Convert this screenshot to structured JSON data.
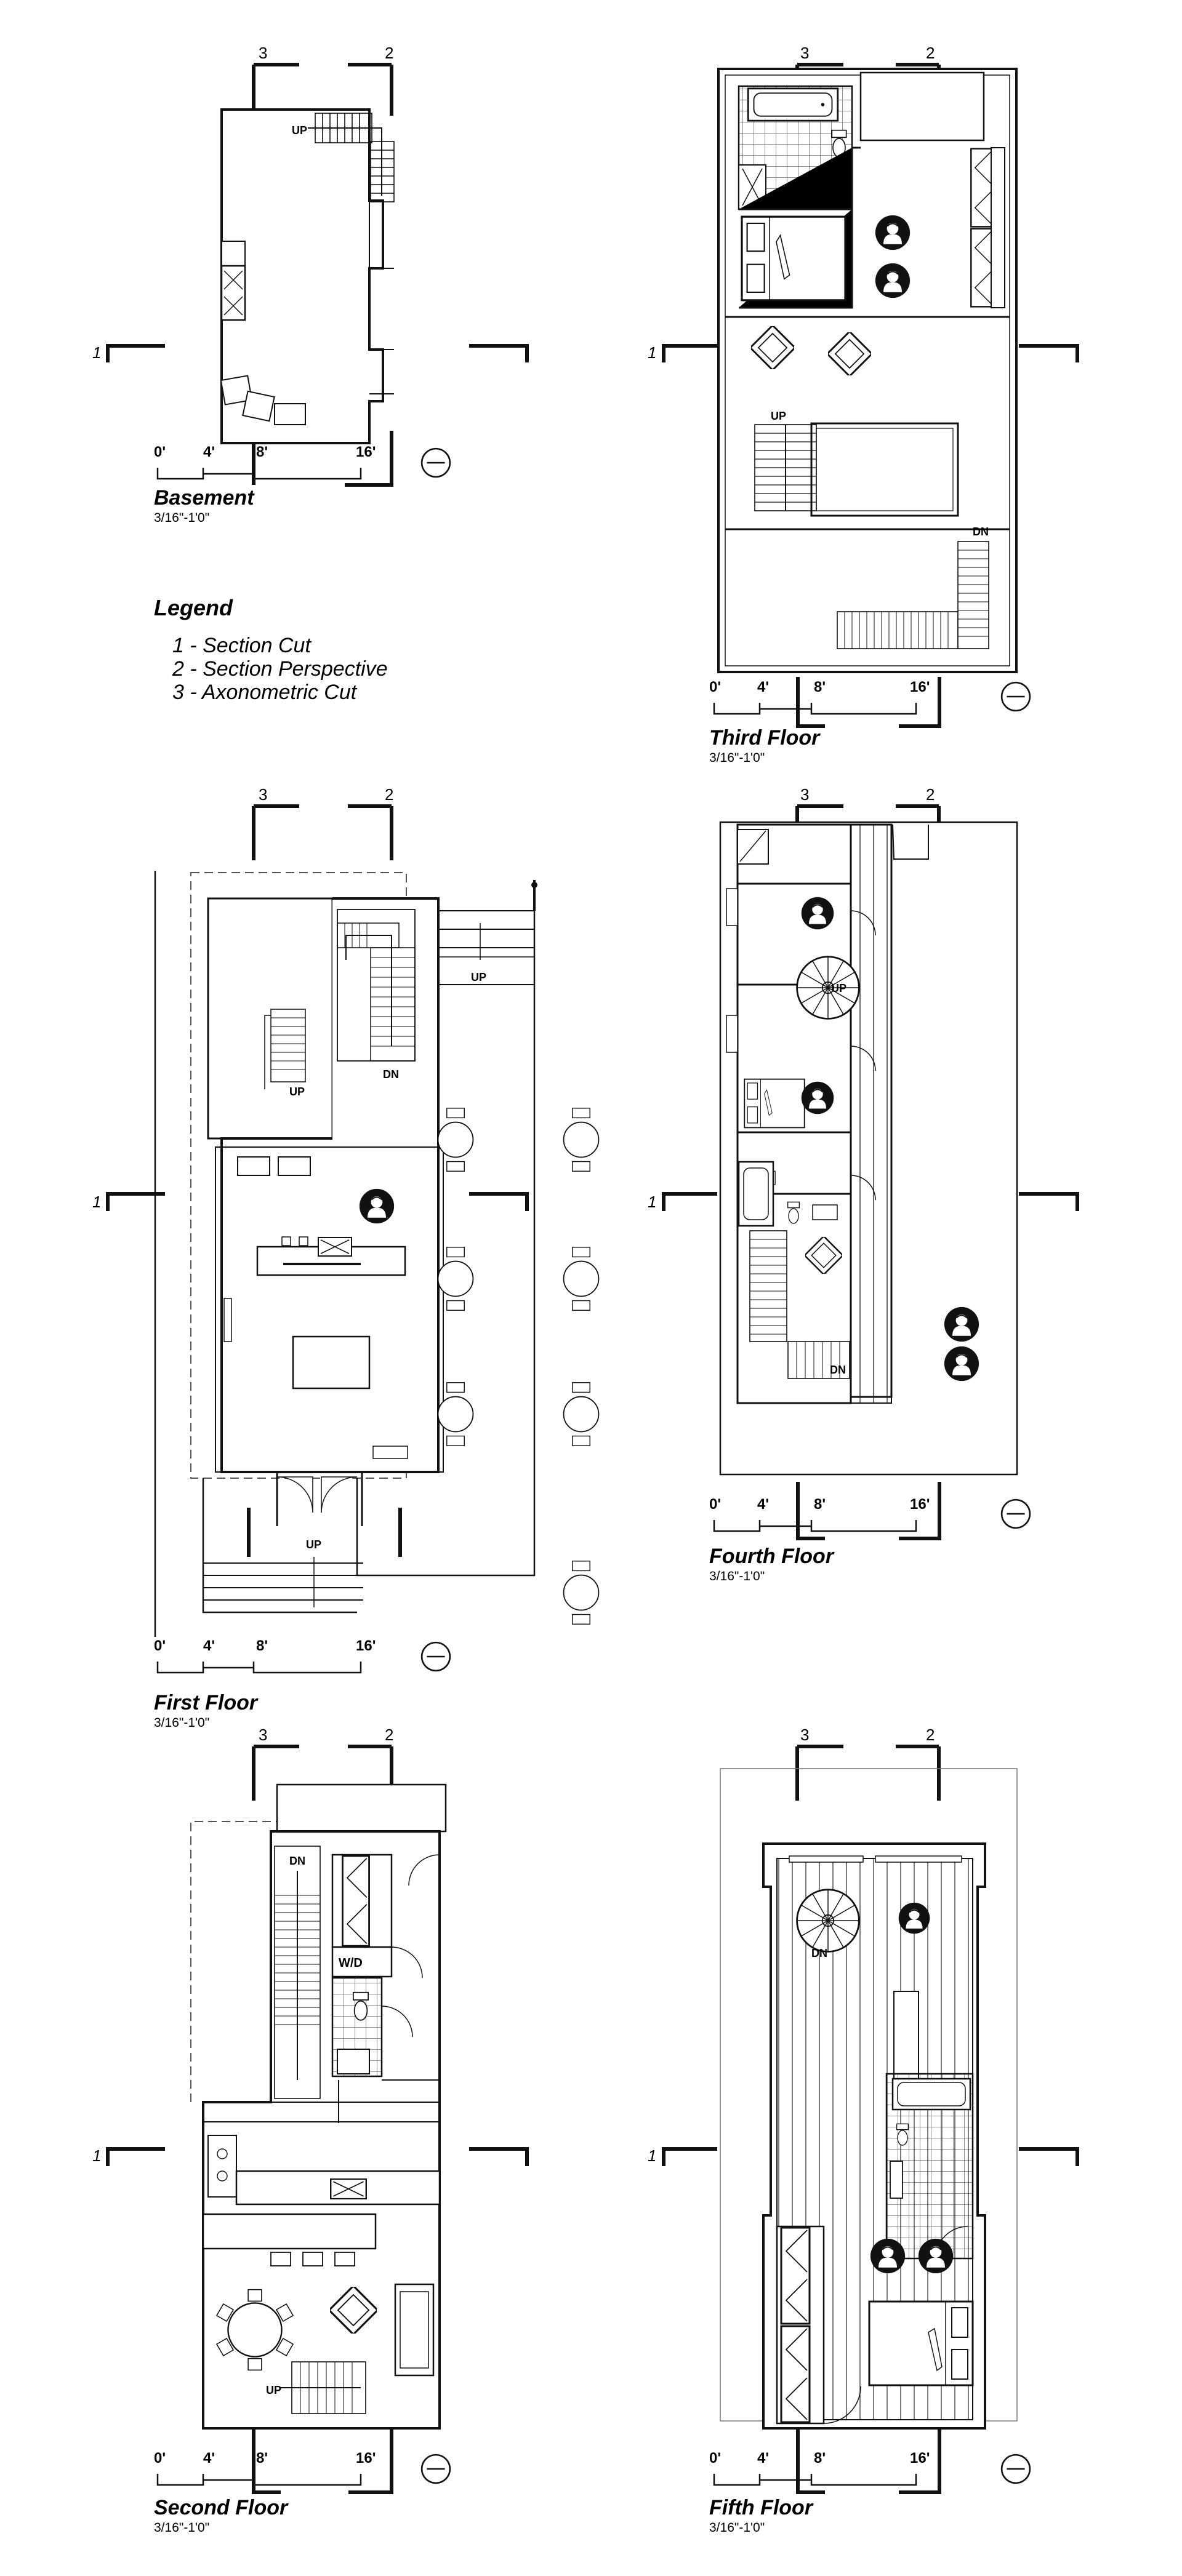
{
  "plans": [
    {
      "id": "basement",
      "title": "Basement",
      "scale": "3/16\"-1'0\""
    },
    {
      "id": "third",
      "title": "Third Floor",
      "scale": "3/16\"-1'0\""
    },
    {
      "id": "first",
      "title": "First Floor",
      "scale": "3/16\"-1'0\""
    },
    {
      "id": "fourth",
      "title": "Fourth Floor",
      "scale": "3/16\"-1'0\""
    },
    {
      "id": "second",
      "title": "Second Floor",
      "scale": "3/16\"-1'0\""
    },
    {
      "id": "fifth",
      "title": "Fifth Floor",
      "scale": "3/16\"-1'0\""
    }
  ],
  "scale_bar": {
    "ticks": [
      "0'",
      "4'",
      "8'",
      "16'"
    ]
  },
  "section_markers": {
    "cut": "1",
    "perspective": "2",
    "axonometric": "3"
  },
  "legend": {
    "title": "Legend",
    "items": [
      "1 - Section Cut",
      "2 - Section Perspective",
      "3 - Axonometric Cut"
    ]
  },
  "stair_labels": {
    "up": "UP",
    "down": "DN"
  },
  "room_labels": {
    "washer_dryer": "W/D"
  },
  "icons": [
    "section-marker-icon",
    "north-arrow-icon",
    "person-icon",
    "stair-icon",
    "spiral-stair-icon",
    "bed-icon",
    "chair-icon",
    "table-icon",
    "tub-icon",
    "toilet-icon",
    "door-swing-icon",
    "closet-icon",
    "stove-icon",
    "sink-icon"
  ],
  "colors": {
    "ink": "#111111",
    "background": "#ffffff",
    "dashed": "#555555"
  }
}
